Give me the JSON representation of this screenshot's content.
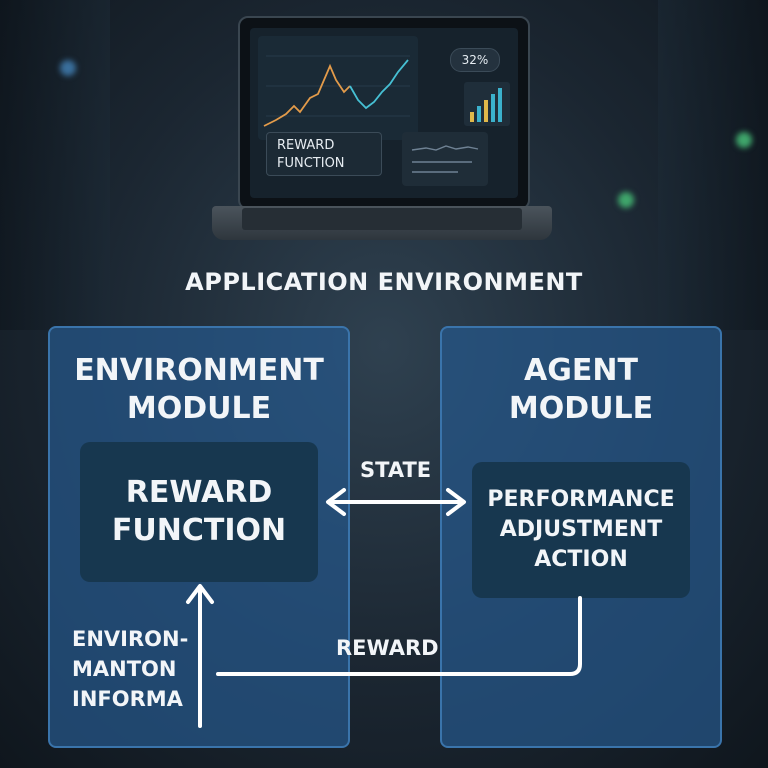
{
  "laptop": {
    "badge": "32%",
    "reward_line1": "REWARD",
    "reward_line2": "FUNCTION"
  },
  "app_title": "APPLICATION ENVIRONMENT",
  "env_module": {
    "title_line1": "ENVIRONMENT",
    "title_line2": "MODULE",
    "reward_line1": "REWARD",
    "reward_line2": "FUNCTION",
    "info_line1": "ENVIRON-",
    "info_line2": "MANTON",
    "info_line3": "INFORMA"
  },
  "agent_module": {
    "title_line1": "AGENT",
    "title_line2": "MODULE",
    "action_line1": "PERFORMANCE",
    "action_line2": "ADJUSTMENT",
    "action_line3": "ACTION"
  },
  "edges": {
    "state_label": "STATE",
    "reward_label": "REWARD"
  },
  "colors": {
    "module_fill": "#26578a",
    "module_border": "#3a74ab",
    "inner_box": "#17374f",
    "arrow": "#ffffff"
  }
}
